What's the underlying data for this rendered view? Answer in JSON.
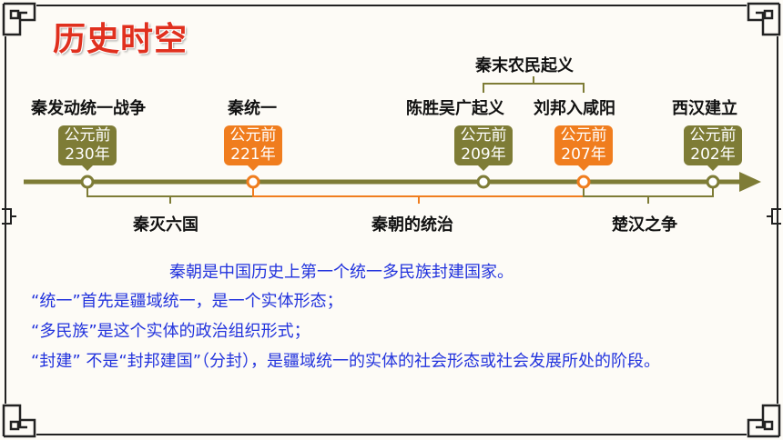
{
  "slide": {
    "title": "历史时空"
  },
  "timeline": {
    "events": [
      {
        "label": "秦发动统一战争",
        "badge_line1": "公元前",
        "badge_line2": "230年",
        "color": "#7e7c36"
      },
      {
        "label": "秦统一",
        "badge_line1": "公元前",
        "badge_line2": "221年",
        "color": "#f07d1e"
      },
      {
        "label": "陈胜吴广起义",
        "badge_line1": "公元前",
        "badge_line2": "209年",
        "color": "#7e7c36"
      },
      {
        "label": "刘邦入咸阳",
        "badge_line1": "公元前",
        "badge_line2": "207年",
        "color": "#f07d1e"
      },
      {
        "label": "西汉建立",
        "badge_line1": "公元前",
        "badge_line2": "202年",
        "color": "#7e7c36"
      }
    ],
    "group_label": "秦末农民起义",
    "periods": [
      "秦灭六国",
      "秦朝的统治",
      "楚汉之争"
    ]
  },
  "body": {
    "line1": "秦朝是中国历史上第一个统一多民族封建国家。",
    "line2": "“统一”首先是疆域统一，是一个实体形态；",
    "line3": "“多民族”是这个实体的政治组织形式；",
    "line4": "“封建” 不是“封邦建国”（分封），是疆域统一的实体的社会形态或社会发展所处的阶段。"
  },
  "colors": {
    "title": "#e0301e",
    "axis": "#7e7c36",
    "accent": "#f07d1e",
    "body_text": "#2233dd"
  }
}
